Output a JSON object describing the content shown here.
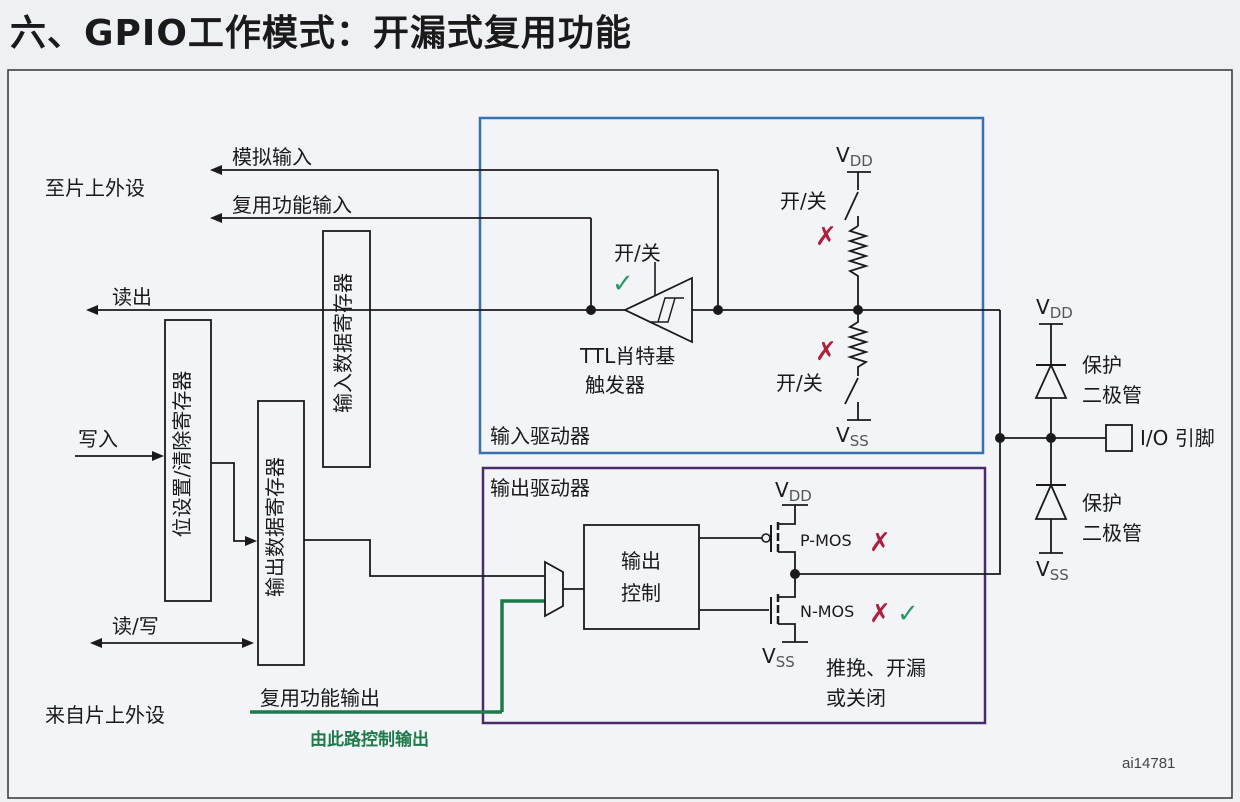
{
  "title": "六、GPIO工作模式：开漏式复用功能",
  "labels": {
    "to_peripheral": "至片上外设",
    "from_peripheral": "来自片上外设",
    "analog_in": "模拟输入",
    "alt_in": "复用功能输入",
    "read_out": "读出",
    "write_in": "写入",
    "read_write": "读/写",
    "alt_out": "复用功能输出",
    "alt_out_note": "由此路控制输出",
    "input_reg": "输入数据寄存器",
    "bsrr_reg": "位设置/清除寄存器",
    "output_reg": "输出数据寄存器",
    "input_driver": "输入驱动器",
    "output_driver": "输出驱动器",
    "onoff": "开/关",
    "ttl_line1": "TTL肖特基",
    "ttl_line2": "触发器",
    "vdd": "V",
    "vss": "V",
    "dd": "DD",
    "ss": "SS",
    "protect_line1": "保护",
    "protect_line2": "二极管",
    "io_pin": "I/O 引脚",
    "output_ctrl_line1": "输出",
    "output_ctrl_line2": "控制",
    "pmos": "P-MOS",
    "nmos": "N-MOS",
    "mode_line1": "推挽、开漏",
    "mode_line2": "或关闭",
    "figure_id": "ai14781",
    "cross": "✗",
    "check": "✓"
  },
  "colors": {
    "line": "#1a1a1a",
    "input_box": "#3a6fb0",
    "output_box": "#4a2a6a",
    "green": "#1f7a4a",
    "red": "#b0203a",
    "check": "#2a9a6a"
  }
}
